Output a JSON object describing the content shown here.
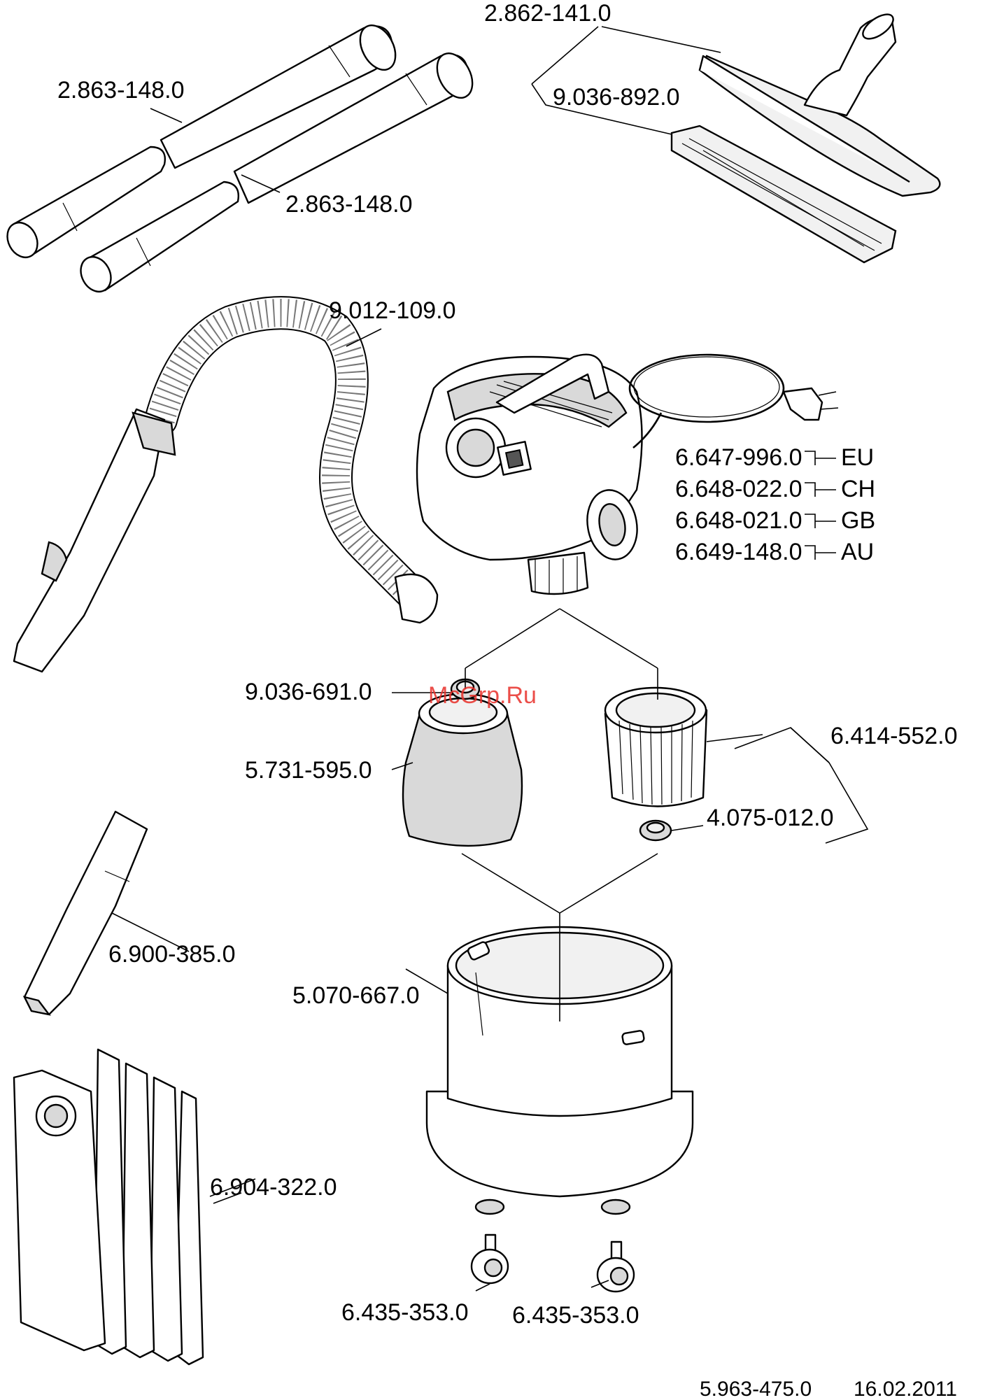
{
  "parts": {
    "tube_1": "2.863-148.0",
    "tube_2": "2.863-148.0",
    "floor_nozzle": "2.862-141.0",
    "nozzle_insert": "9.036-892.0",
    "suction_hose": "9.012-109.0",
    "cable_eu": "6.647-996.0",
    "cable_ch": "6.648-022.0",
    "cable_gb": "6.648-021.0",
    "cable_au": "6.649-148.0",
    "seal_ring": "9.036-691.0",
    "filter_bag": "5.731-595.0",
    "cartridge_filter": "6.414-552.0",
    "filter_nut": "4.075-012.0",
    "crevice_nozzle": "6.900-385.0",
    "container": "5.070-667.0",
    "paper_filter_bags": "6.904-322.0",
    "castor_1": "6.435-353.0",
    "castor_2": "6.435-353.0"
  },
  "countries": {
    "eu": "EU",
    "ch": "CH",
    "gb": "GB",
    "au": "AU"
  },
  "watermark": "McGrp.Ru",
  "footer": {
    "doc_number": "5.963-475.0",
    "date": "16.02.2011"
  }
}
